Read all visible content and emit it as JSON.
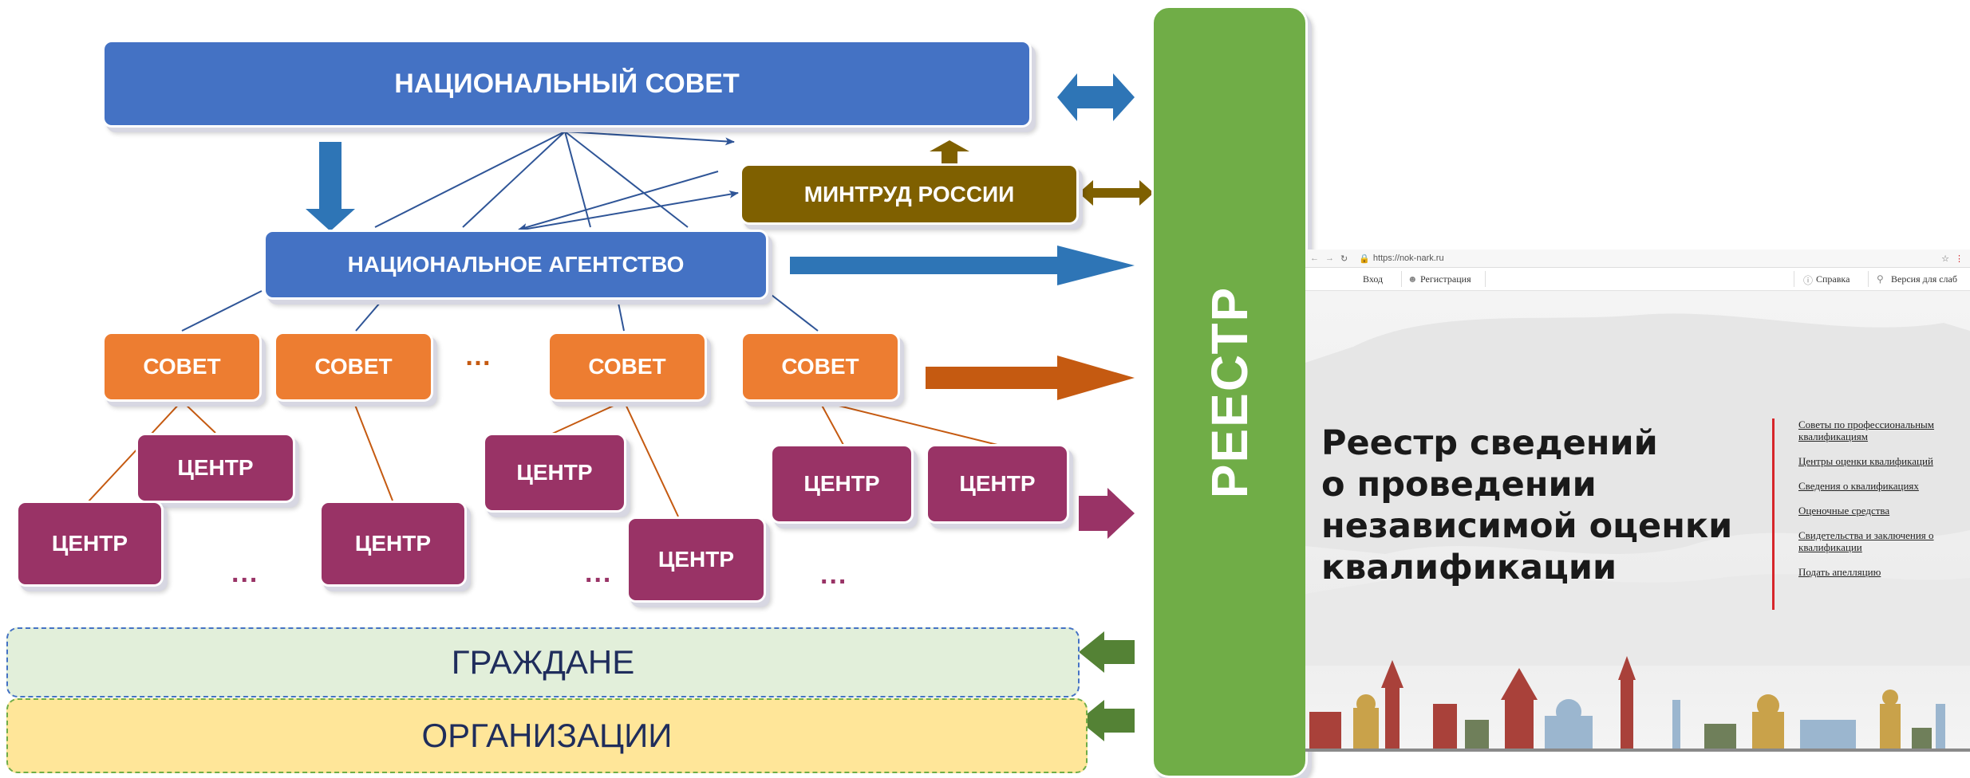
{
  "diagram": {
    "national_council": "НАЦИОНАЛЬНЫЙ СОВЕТ",
    "ministry": "МИНТРУД РОССИИ",
    "national_agency": "НАЦИОНАЛЬНОЕ АГЕНТСТВО",
    "council_label": "СОВЕТ",
    "center_label": "ЦЕНТР",
    "ellipsis": "…",
    "dots": "...",
    "citizens": "ГРАЖДАНЕ",
    "organizations": "ОРГАНИЗАЦИИ",
    "registry": "РЕЕСТР"
  },
  "colors": {
    "blue": "#4472c4",
    "orange": "#ed7d31",
    "brown": "#7f6000",
    "purple": "#993366",
    "green": "#70ad47",
    "dark_orange_arrow": "#c55a11",
    "blue_arrow": "#2e75b6",
    "citizens_band": "#e2efda",
    "organizations_band": "#ffe699"
  },
  "website": {
    "url": "https://nok-nark.ru",
    "nav": {
      "login": "Вход",
      "register": "Регистрация",
      "help": "Справка",
      "accessible_version": "Версия для слаб"
    },
    "title_lines": [
      "Реестр сведений",
      "о проведении",
      "независимой оценки",
      "квалификации"
    ],
    "links": [
      "Советы по профессиональным квалификациям",
      "Центры оценки квалификаций",
      "Сведения о квалификациях",
      "Оценочные средства",
      "Свидетельства и заключения о квалификации",
      "Подать апелляцию"
    ]
  }
}
